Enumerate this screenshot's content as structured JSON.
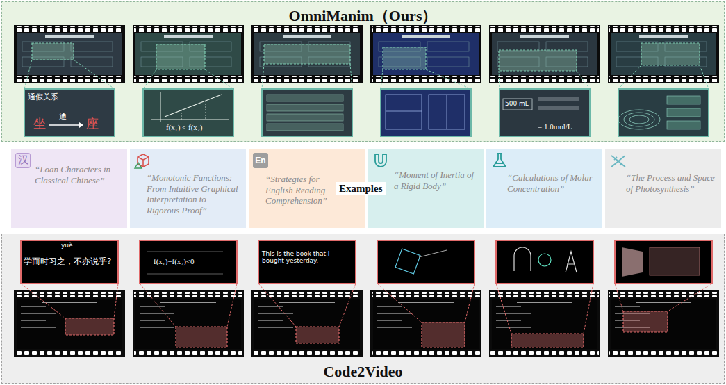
{
  "diagram": {
    "nodes": [
      {
        "text": [
          "OmniManim（Ours）"
        ]
      },
      {
        "text": [
          "汉",
          "“Loan Characters in Classical Chinese”"
        ]
      },
      {
        "text": [
          "“Monotonic Functions: From Intuitive Graphical Interpretation to Rigorous Proof”"
        ]
      },
      {
        "text": [
          "En",
          "“Strategies for English Reading Comprehension”"
        ]
      },
      {
        "text": [
          "“Moment of Inertia of a Rigid Body”"
        ]
      },
      {
        "text": [
          "“Calculations of Molar Concentration”"
        ]
      },
      {
        "text": [
          "“The Process and Space of Photosynthesis”"
        ]
      },
      {
        "text": [
          "Code2Video"
        ]
      }
    ],
    "labels": [
      "Examples",
      "通假关系",
      "坐",
      "通",
      "座",
      "f(x₁) < f(x₂)",
      "500 mL",
      "= 1.0mol/L",
      "yuè",
      "学而时习之，不亦说乎?",
      "f(x₁)−f(x₂)<0",
      "This is the book that I bought yesterday."
    ]
  }
}
